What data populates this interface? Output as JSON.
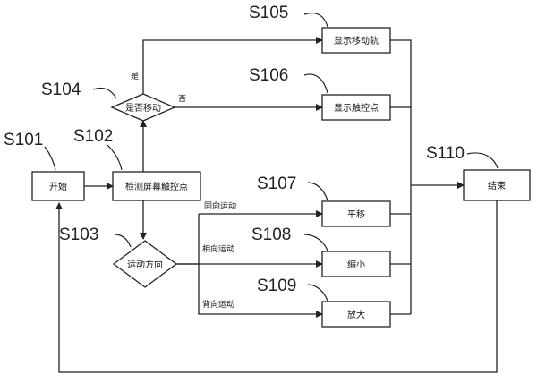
{
  "steps": {
    "s101": "S101",
    "s102": "S102",
    "s103": "S103",
    "s104": "S104",
    "s105": "S105",
    "s106": "S106",
    "s107": "S107",
    "s108": "S108",
    "s109": "S109",
    "s110": "S110"
  },
  "nodes": {
    "start": "开始",
    "detect": "检测屏幕触控点",
    "is_moving": "是否移动",
    "direction": "运动方向",
    "show_track": "显示移动轨",
    "show_point": "显示触控点",
    "translate": "平移",
    "shrink": "缩小",
    "enlarge": "放大",
    "end": "结束"
  },
  "edges": {
    "yes": "是",
    "no": "否",
    "same_direction": "同向运动",
    "toward": "相向运动",
    "away": "背向运动"
  }
}
